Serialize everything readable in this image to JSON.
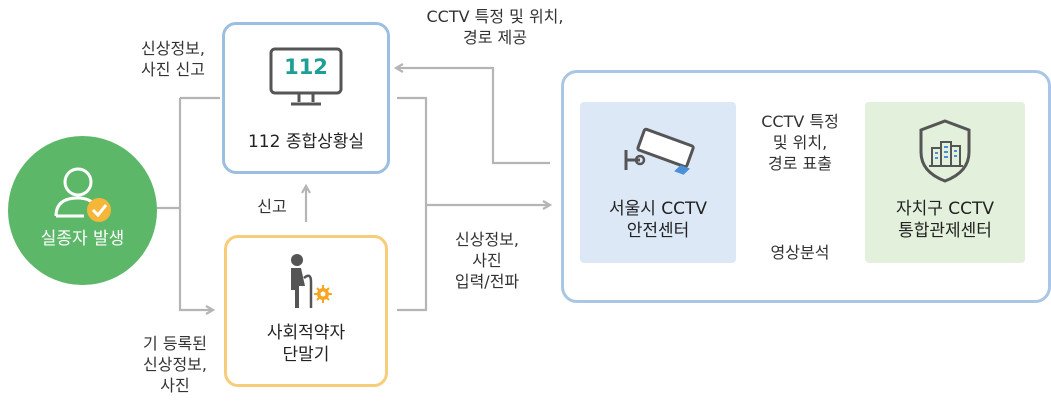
{
  "colors": {
    "missing_green": "#5cb868",
    "police_blue_border": "#9cbee0",
    "device_orange_border": "#f7cd7a",
    "seoul_box_bg": "#dce8f6",
    "district_box_bg": "#e2f0dc",
    "container_border": "#a9c6e4",
    "arrow_gray": "#b5b5b5",
    "icon_teal": "#1e9f96",
    "icon_dark": "#555555"
  },
  "nodes": {
    "missing": {
      "label": "실종자 발생",
      "icon": "person-check-icon"
    },
    "police": {
      "label": "112 종합상황실",
      "monitor_text": "112",
      "icon": "monitor-icon"
    },
    "device": {
      "label": "사회적약자\n단말기",
      "icon": "elderly-person-icon"
    },
    "seoul_center": {
      "label": "서울시 CCTV\n안전센터",
      "icon": "cctv-camera-icon"
    },
    "district_center": {
      "label": "자치구 CCTV\n통합관제센터",
      "icon": "shield-building-icon"
    }
  },
  "edge_labels": {
    "to_police": "신상정보,\n사진 신고",
    "to_device": "기 등록된\n신상정보,\n사진",
    "device_to_police": "신고",
    "seoul_to_police": "CCTV 특정 및 위치,\n경로 제공",
    "to_seoul": "신상정보,\n사진\n입력/전파",
    "district_to_seoul": "CCTV 특정\n및 위치,\n경로 표출",
    "seoul_to_district": "영상분석"
  }
}
